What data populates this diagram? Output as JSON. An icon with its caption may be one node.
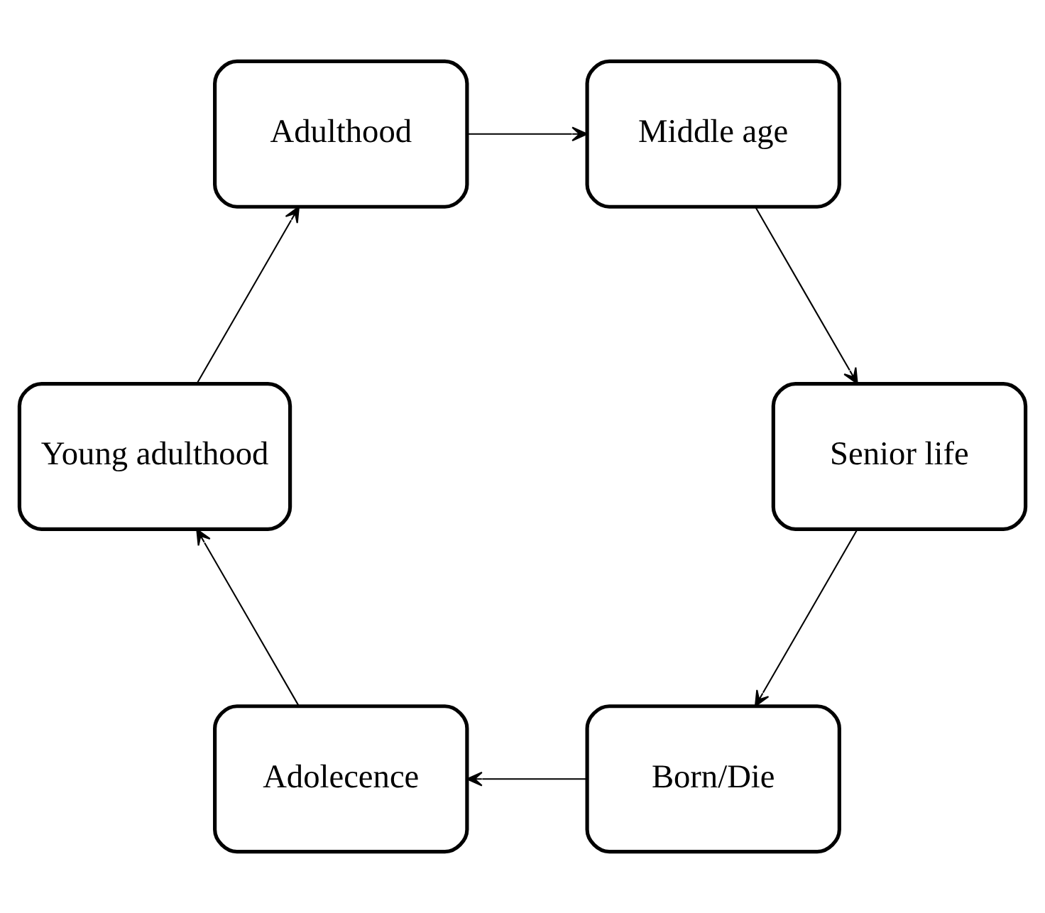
{
  "diagram": {
    "nodes": [
      {
        "text": [
          "Born/Die"
        ]
      },
      {
        "text": [
          "Adolecence"
        ]
      },
      {
        "text": [
          "Young adulthood"
        ]
      },
      {
        "text": [
          "Adulthood"
        ]
      },
      {
        "text": [
          "Middle age"
        ]
      },
      {
        "text": [
          "Senior life"
        ]
      }
    ],
    "edges": [
      {
        "from": 0,
        "to": 1,
        "arrow": "to"
      },
      {
        "from": 1,
        "to": 2,
        "arrow": "to"
      },
      {
        "from": 2,
        "to": 3,
        "arrow": "to"
      },
      {
        "from": 3,
        "to": 4,
        "arrow": "to"
      },
      {
        "from": 4,
        "to": 5,
        "arrow": "to"
      },
      {
        "from": 5,
        "to": 0,
        "arrow": "to"
      }
    ]
  }
}
